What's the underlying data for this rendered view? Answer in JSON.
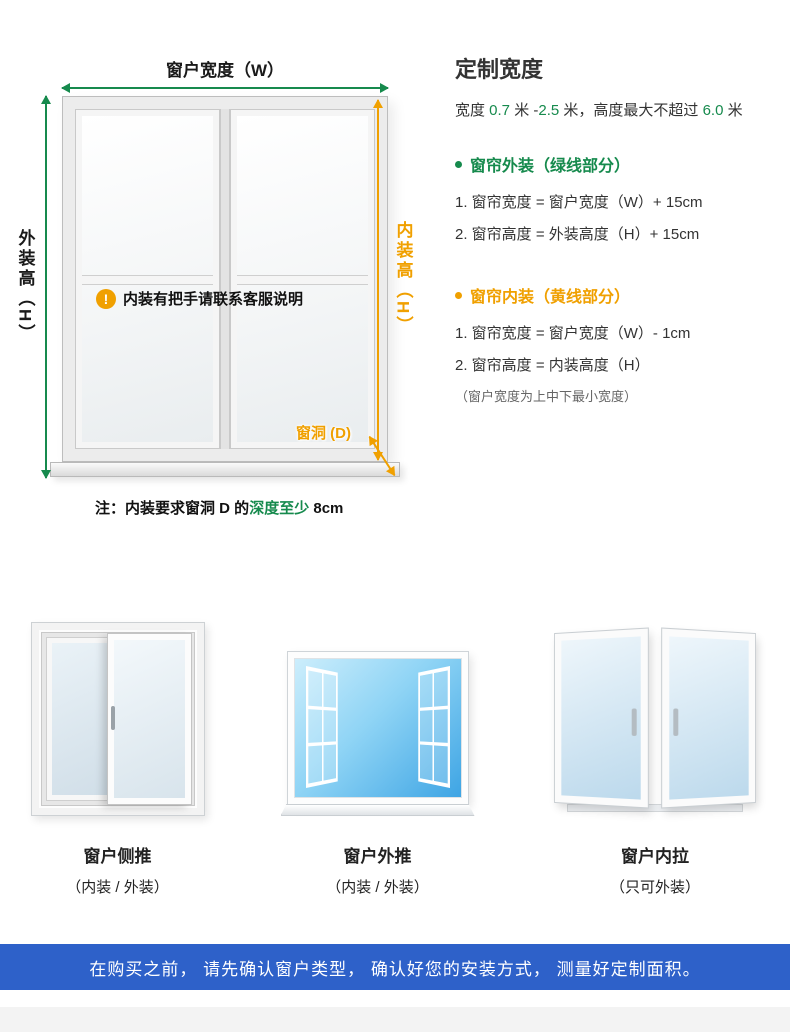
{
  "colors": {
    "green": "#168A4D",
    "orange": "#F0A000",
    "banner_blue": "#2E61C9"
  },
  "measure": {
    "width_label": "窗户宽度（W）",
    "outer_height_label": "外装高（H）",
    "inner_height_label": "内装高（H）",
    "hole_label": "窗洞 (D)",
    "warning_icon": "!",
    "warning_text": "内装有把手请联系客服说明",
    "note": {
      "prefix": "注：",
      "before": "内装要求窗洞 D 的",
      "highlight": "深度至少",
      "after": " 8cm"
    }
  },
  "spec": {
    "title": "定制宽度",
    "range": [
      {
        "t": "宽度 "
      },
      {
        "t": "0.7",
        "green": true
      },
      {
        "t": " 米 -"
      },
      {
        "t": "2.5",
        "green": true
      },
      {
        "t": " 米，高度最大不超过 "
      },
      {
        "t": "6.0",
        "green": true
      },
      {
        "t": " 米"
      }
    ],
    "outer": {
      "heading": "窗帘外装（绿线部分）",
      "lines": [
        "1. 窗帘宽度 = 窗户宽度（W）+ 15cm",
        "2. 窗帘高度 = 外装高度（H）+ 15cm"
      ]
    },
    "inner": {
      "heading": "窗帘内装（黄线部分）",
      "lines": [
        "1. 窗帘宽度 = 窗户宽度（W）- 1cm",
        "2. 窗帘高度 = 内装高度（H）"
      ],
      "note": "（窗户宽度为上中下最小宽度）"
    }
  },
  "window_types": [
    {
      "name": "窗户侧推",
      "sub": "（内装 / 外装）"
    },
    {
      "name": "窗户外推",
      "sub": "（内装 / 外装）"
    },
    {
      "name": "窗户内拉",
      "sub": "（只可外装）"
    }
  ],
  "banner": {
    "text": "在购买之前， 请先确认窗户类型， 确认好您的安装方式， 测量好定制面积。"
  }
}
